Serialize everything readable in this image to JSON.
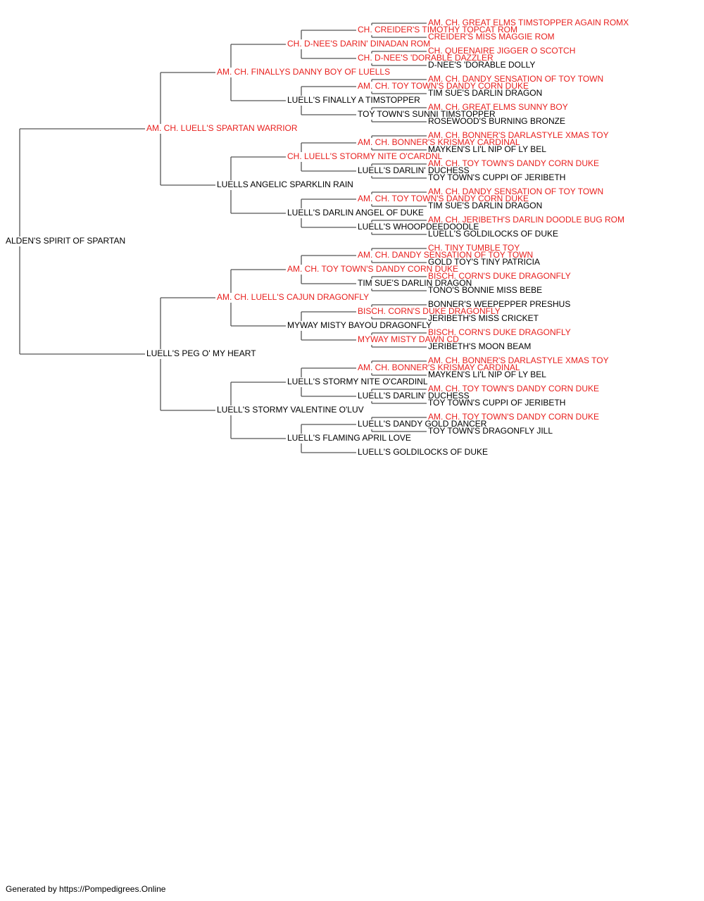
{
  "colors": {
    "champion": "#e8201e",
    "normal": "#000000",
    "line": "#555555"
  },
  "footer": "Generated by https://Pompedigrees.Online",
  "tree": {
    "name": "ALDEN'S SPIRIT OF SPARTAN",
    "champion": false,
    "sire": {
      "name": "AM. CH. LUELL'S SPARTAN WARRIOR",
      "champion": true,
      "sire": {
        "name": "AM. CH. FINALLYS DANNY BOY OF LUELLS",
        "champion": true,
        "sire": {
          "name": "CH. D-NEE'S DARIN' DINADAN ROM",
          "champion": true,
          "sire": {
            "name": "CH. CREIDER'S TIMOTHY TOPCAT ROM",
            "champion": true,
            "sire": {
              "name": "AM. CH. GREAT ELMS TIMSTOPPER AGAIN ROMX",
              "champion": true
            },
            "dam": {
              "name": "CREIDER'S MISS MAGGIE ROM",
              "champion": true
            }
          },
          "dam": {
            "name": "CH. D-NEE'S 'DORABLE DAZZLER",
            "champion": true,
            "sire": {
              "name": "CH. QUEENAIRE JIGGER O SCOTCH",
              "champion": true
            },
            "dam": {
              "name": "D-NEE'S 'DORABLE DOLLY",
              "champion": false
            }
          }
        },
        "dam": {
          "name": "LUELL'S FINALLY A TIMSTOPPER",
          "champion": false,
          "sire": {
            "name": "AM. CH. TOY TOWN'S DANDY CORN DUKE",
            "champion": true,
            "sire": {
              "name": "AM. CH. DANDY SENSATION OF TOY TOWN",
              "champion": true
            },
            "dam": {
              "name": "TIM SUE'S DARLIN DRAGON",
              "champion": false
            }
          },
          "dam": {
            "name": "TOY TOWN'S SUNNI TIMSTOPPER",
            "champion": false,
            "sire": {
              "name": "AM. CH. GREAT ELMS SUNNY BOY",
              "champion": true
            },
            "dam": {
              "name": "ROSEWOOD'S BURNING BRONZE",
              "champion": false
            }
          }
        }
      },
      "dam": {
        "name": "LUELLS ANGELIC SPARKLIN RAIN",
        "champion": false,
        "sire": {
          "name": "CH. LUELL'S STORMY NITE O'CARDNL",
          "champion": true,
          "sire": {
            "name": "AM. CH. BONNER'S KRISMAY CARDINAL",
            "champion": true,
            "sire": {
              "name": "AM. CH. BONNER'S DARLASTYLE XMAS TOY",
              "champion": true
            },
            "dam": {
              "name": "MAYKEN'S LI'L NIP OF LY BEL",
              "champion": false
            }
          },
          "dam": {
            "name": "LUELL'S DARLIN' DUCHESS",
            "champion": false,
            "sire": {
              "name": "AM. CH. TOY TOWN'S DANDY CORN DUKE",
              "champion": true
            },
            "dam": {
              "name": "TOY TOWN'S CUPPI OF JERIBETH",
              "champion": false
            }
          }
        },
        "dam": {
          "name": "LUELL'S DARLIN ANGEL OF DUKE",
          "champion": false,
          "sire": {
            "name": "AM. CH. TOY TOWN'S DANDY CORN DUKE",
            "champion": true,
            "sire": {
              "name": "AM. CH. DANDY SENSATION OF TOY TOWN",
              "champion": true
            },
            "dam": {
              "name": "TIM SUE'S DARLIN DRAGON",
              "champion": false
            }
          },
          "dam": {
            "name": "LUELL'S WHOOPDEEDOODLE",
            "champion": false,
            "sire": {
              "name": "AM. CH. JERIBETH'S DARLIN DOODLE BUG ROM",
              "champion": true
            },
            "dam": {
              "name": "LUELL'S GOLDILOCKS OF DUKE",
              "champion": false
            }
          }
        }
      }
    },
    "dam": {
      "name": "LUELL'S PEG O' MY HEART",
      "champion": false,
      "sire": {
        "name": "AM. CH. LUELL'S CAJUN DRAGONFLY",
        "champion": true,
        "sire": {
          "name": "AM. CH. TOY TOWN'S DANDY CORN DUKE",
          "champion": true,
          "sire": {
            "name": "AM. CH. DANDY SENSATION OF TOY TOWN",
            "champion": true,
            "sire": {
              "name": "CH. TINY TUMBLE TOY",
              "champion": true
            },
            "dam": {
              "name": "GOLD TOY'S TINY PATRICIA",
              "champion": false
            }
          },
          "dam": {
            "name": "TIM SUE'S DARLIN DRAGON",
            "champion": false,
            "sire": {
              "name": "BISCH. CORN'S DUKE DRAGONFLY",
              "champion": true
            },
            "dam": {
              "name": "TONO'S BONNIE MISS BEBE",
              "champion": false
            }
          }
        },
        "dam": {
          "name": "MYWAY MISTY BAYOU DRAGONFLY",
          "champion": false,
          "sire": {
            "name": "BISCH. CORN'S DUKE DRAGONFLY",
            "champion": true,
            "sire": {
              "name": "BONNER'S WEEPEPPER PRESHUS",
              "champion": false
            },
            "dam": {
              "name": "JERIBETH'S MISS CRICKET",
              "champion": false
            }
          },
          "dam": {
            "name": "MYWAY MISTY DAWN CD",
            "champion": true,
            "sire": {
              "name": "BISCH. CORN'S DUKE DRAGONFLY",
              "champion": true
            },
            "dam": {
              "name": "JERIBETH'S MOON BEAM",
              "champion": false
            }
          }
        }
      },
      "dam": {
        "name": "LUELL'S STORMY VALENTINE O'LUV",
        "champion": false,
        "sire": {
          "name": "LUELL'S STORMY NITE O'CARDINL",
          "champion": false,
          "sire": {
            "name": "AM. CH. BONNER'S KRISMAY CARDINAL",
            "champion": true,
            "sire": {
              "name": "AM. CH. BONNER'S DARLASTYLE XMAS TOY",
              "champion": true
            },
            "dam": {
              "name": "MAYKEN'S LI'L NIP OF LY BEL",
              "champion": false
            }
          },
          "dam": {
            "name": "LUELL'S DARLIN' DUCHESS",
            "champion": false,
            "sire": {
              "name": "AM. CH. TOY TOWN'S DANDY CORN DUKE",
              "champion": true
            },
            "dam": {
              "name": "TOY TOWN'S CUPPI OF JERIBETH",
              "champion": false
            }
          }
        },
        "dam": {
          "name": "LUELL'S FLAMING APRIL LOVE",
          "champion": false,
          "sire": {
            "name": "LUELL'S DANDY GOLD DANCER",
            "champion": false,
            "sire": {
              "name": "AM. CH. TOY TOWN'S DANDY CORN DUKE",
              "champion": true
            },
            "dam": {
              "name": "TOY TOWN'S DRAGONFLY JILL",
              "champion": false
            }
          },
          "dam": {
            "name": "LUELL'S GOLDILOCKS OF DUKE",
            "champion": false
          }
        }
      }
    }
  }
}
